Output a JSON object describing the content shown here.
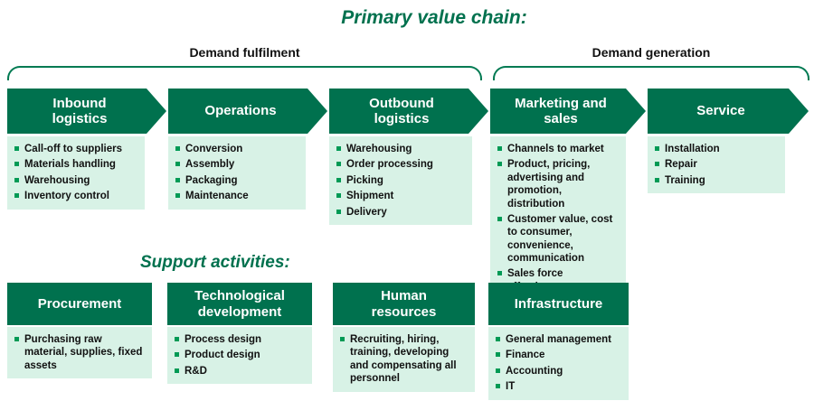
{
  "title": "Primary value chain:",
  "support_title": "Support activities:",
  "groups": [
    {
      "label": "Demand fulfilment"
    },
    {
      "label": "Demand generation"
    }
  ],
  "primary": [
    {
      "header": "Inbound logistics",
      "items": [
        "Call-off to suppliers",
        "Materials handling",
        "Warehousing",
        "Inventory control"
      ]
    },
    {
      "header": "Operations",
      "items": [
        "Conversion",
        "Assembly",
        "Packaging",
        "Maintenance"
      ]
    },
    {
      "header": "Outbound logistics",
      "items": [
        "Warehousing",
        "Order processing",
        "Picking",
        "Shipment",
        "Delivery"
      ]
    },
    {
      "header": "Marketing and sales",
      "items": [
        "Channels to market",
        "Product, pricing, advertising and promotion, distribution",
        "Customer value, cost to consumer, convenience, communication",
        "Sales force effectiveness"
      ]
    },
    {
      "header": "Service",
      "items": [
        "Installation",
        "Repair",
        "Training"
      ]
    }
  ],
  "support": [
    {
      "header": "Procurement",
      "items": [
        "Purchasing raw material, supplies, fixed assets"
      ]
    },
    {
      "header": "Technological development",
      "items": [
        "Process design",
        "Product design",
        "R&D"
      ]
    },
    {
      "header": "Human resources",
      "items": [
        "Recruiting, hiring, training, developing and compensating all personnel"
      ]
    },
    {
      "header": "Infrastructure",
      "items": [
        "General management",
        "Finance",
        "Accounting",
        "IT"
      ]
    }
  ],
  "colors": {
    "dark_green": "#00714E",
    "mint": "#D8F2E6",
    "bullet_green": "#009A55",
    "bracket_green": "#007A52"
  }
}
